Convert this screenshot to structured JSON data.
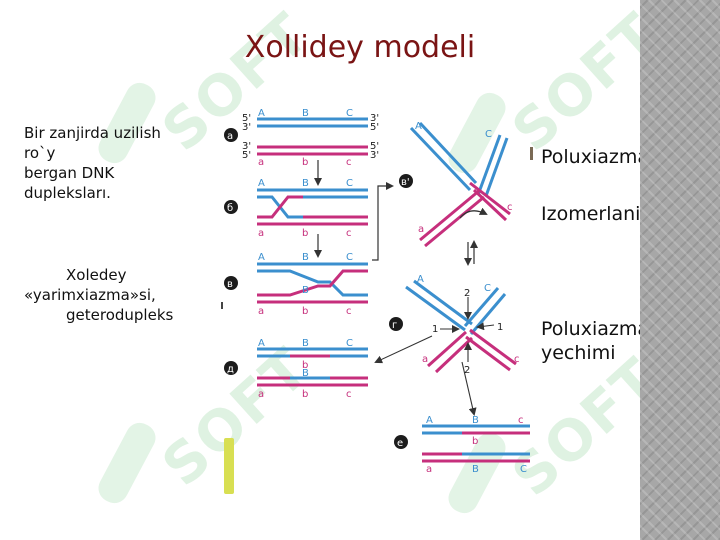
{
  "title": "Xollidey modeli",
  "left_notes": {
    "note1_lines": [
      "Bir zanjirda  uzilish",
      "ro`y",
      "bergan  DNK",
      "dupleksları."
    ],
    "note2_lines": [
      "Xoledey",
      "«yarimxiazma»si,",
      "geterodupleks"
    ]
  },
  "right_notes": {
    "item1": "Poluxiazmaning",
    "item2": "Izomerlanishi",
    "item3_lines": [
      "Poluxiazma",
      "yechimi"
    ]
  },
  "watermark": "SOFT",
  "diagram": {
    "step_labels": [
      "а",
      "б",
      "в",
      "г",
      "д",
      "е",
      "в'"
    ],
    "locus_upper": [
      "A",
      "B",
      "C"
    ],
    "locus_lower": [
      "a",
      "b",
      "c"
    ],
    "ends_top": [
      "5'",
      "3'"
    ],
    "ends_right": [
      "3'",
      "5'"
    ],
    "ends_bottom": [
      "3'",
      "5'"
    ],
    "ends_bottom_right": [
      "5'",
      "3'"
    ],
    "cut_labels": [
      "1",
      "1",
      "2",
      "2"
    ],
    "colors": {
      "blue": "#3b8fce",
      "pink": "#c62f7c",
      "title": "#7a1414"
    }
  }
}
